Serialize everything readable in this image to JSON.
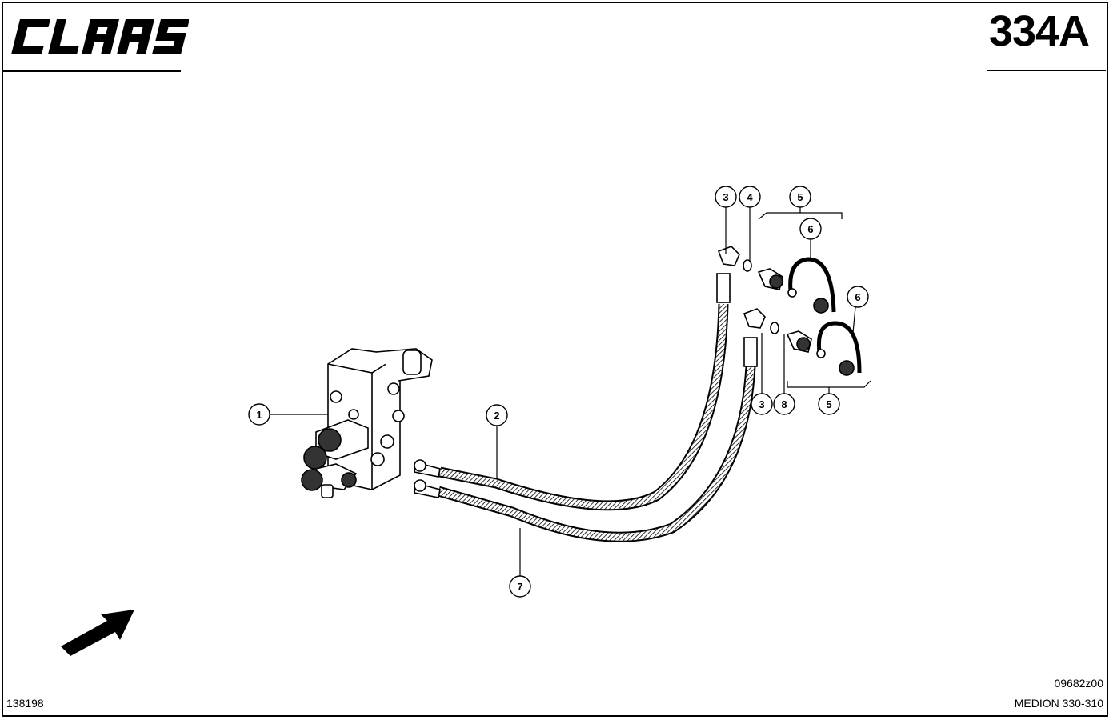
{
  "header": {
    "brand": "CLAAS",
    "page_number": "334A"
  },
  "footer": {
    "drawing_code": "09682z00",
    "model": "MEDION 330-310",
    "sheet_number": "138198"
  },
  "callouts": [
    "1",
    "2",
    "3",
    "4",
    "5",
    "6",
    "6",
    "3",
    "8",
    "5",
    "7"
  ]
}
